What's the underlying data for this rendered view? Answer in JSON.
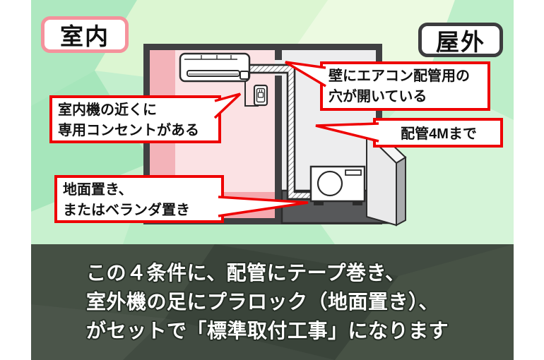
{
  "scene": {
    "area_labels": {
      "indoor": "室内",
      "outdoor": "屋外"
    },
    "callouts": {
      "wall_hole": {
        "lines": [
          "壁にエアコン配管用の",
          "穴が開いている"
        ]
      },
      "pipe_length": {
        "lines": [
          "配管4Mまで"
        ]
      },
      "outlet": {
        "lines": [
          "室内機の近くに",
          "専用コンセントがある"
        ]
      },
      "placement": {
        "lines": [
          "地面置き、",
          "またはベランダ置き"
        ]
      }
    },
    "icons": [
      "aircon-indoor-unit",
      "aircon-outdoor-unit",
      "power-outlet",
      "refrigerant-pipe",
      "veranda-wall",
      "ground"
    ]
  },
  "footer": {
    "lines": [
      "この４条件に、配管にテープ巻き、",
      "室外機の足にプラロック（地面置き）、",
      "がセットで「標準取付工事」になります"
    ]
  },
  "colors": {
    "callout_border": "#ee0202",
    "indoor_label_border": "#f5929c",
    "outdoor_label_border": "#3c3c3e",
    "background_green": "#c3efcd",
    "footer_background": "#414b41",
    "indoor_wall_pink": "#fbe2e4",
    "indoor_wall_accent": "#f3b3b9",
    "outdoor_wall_grey": "#ededee",
    "frame_dark": "#404042",
    "ground_grey": "#57585a"
  }
}
